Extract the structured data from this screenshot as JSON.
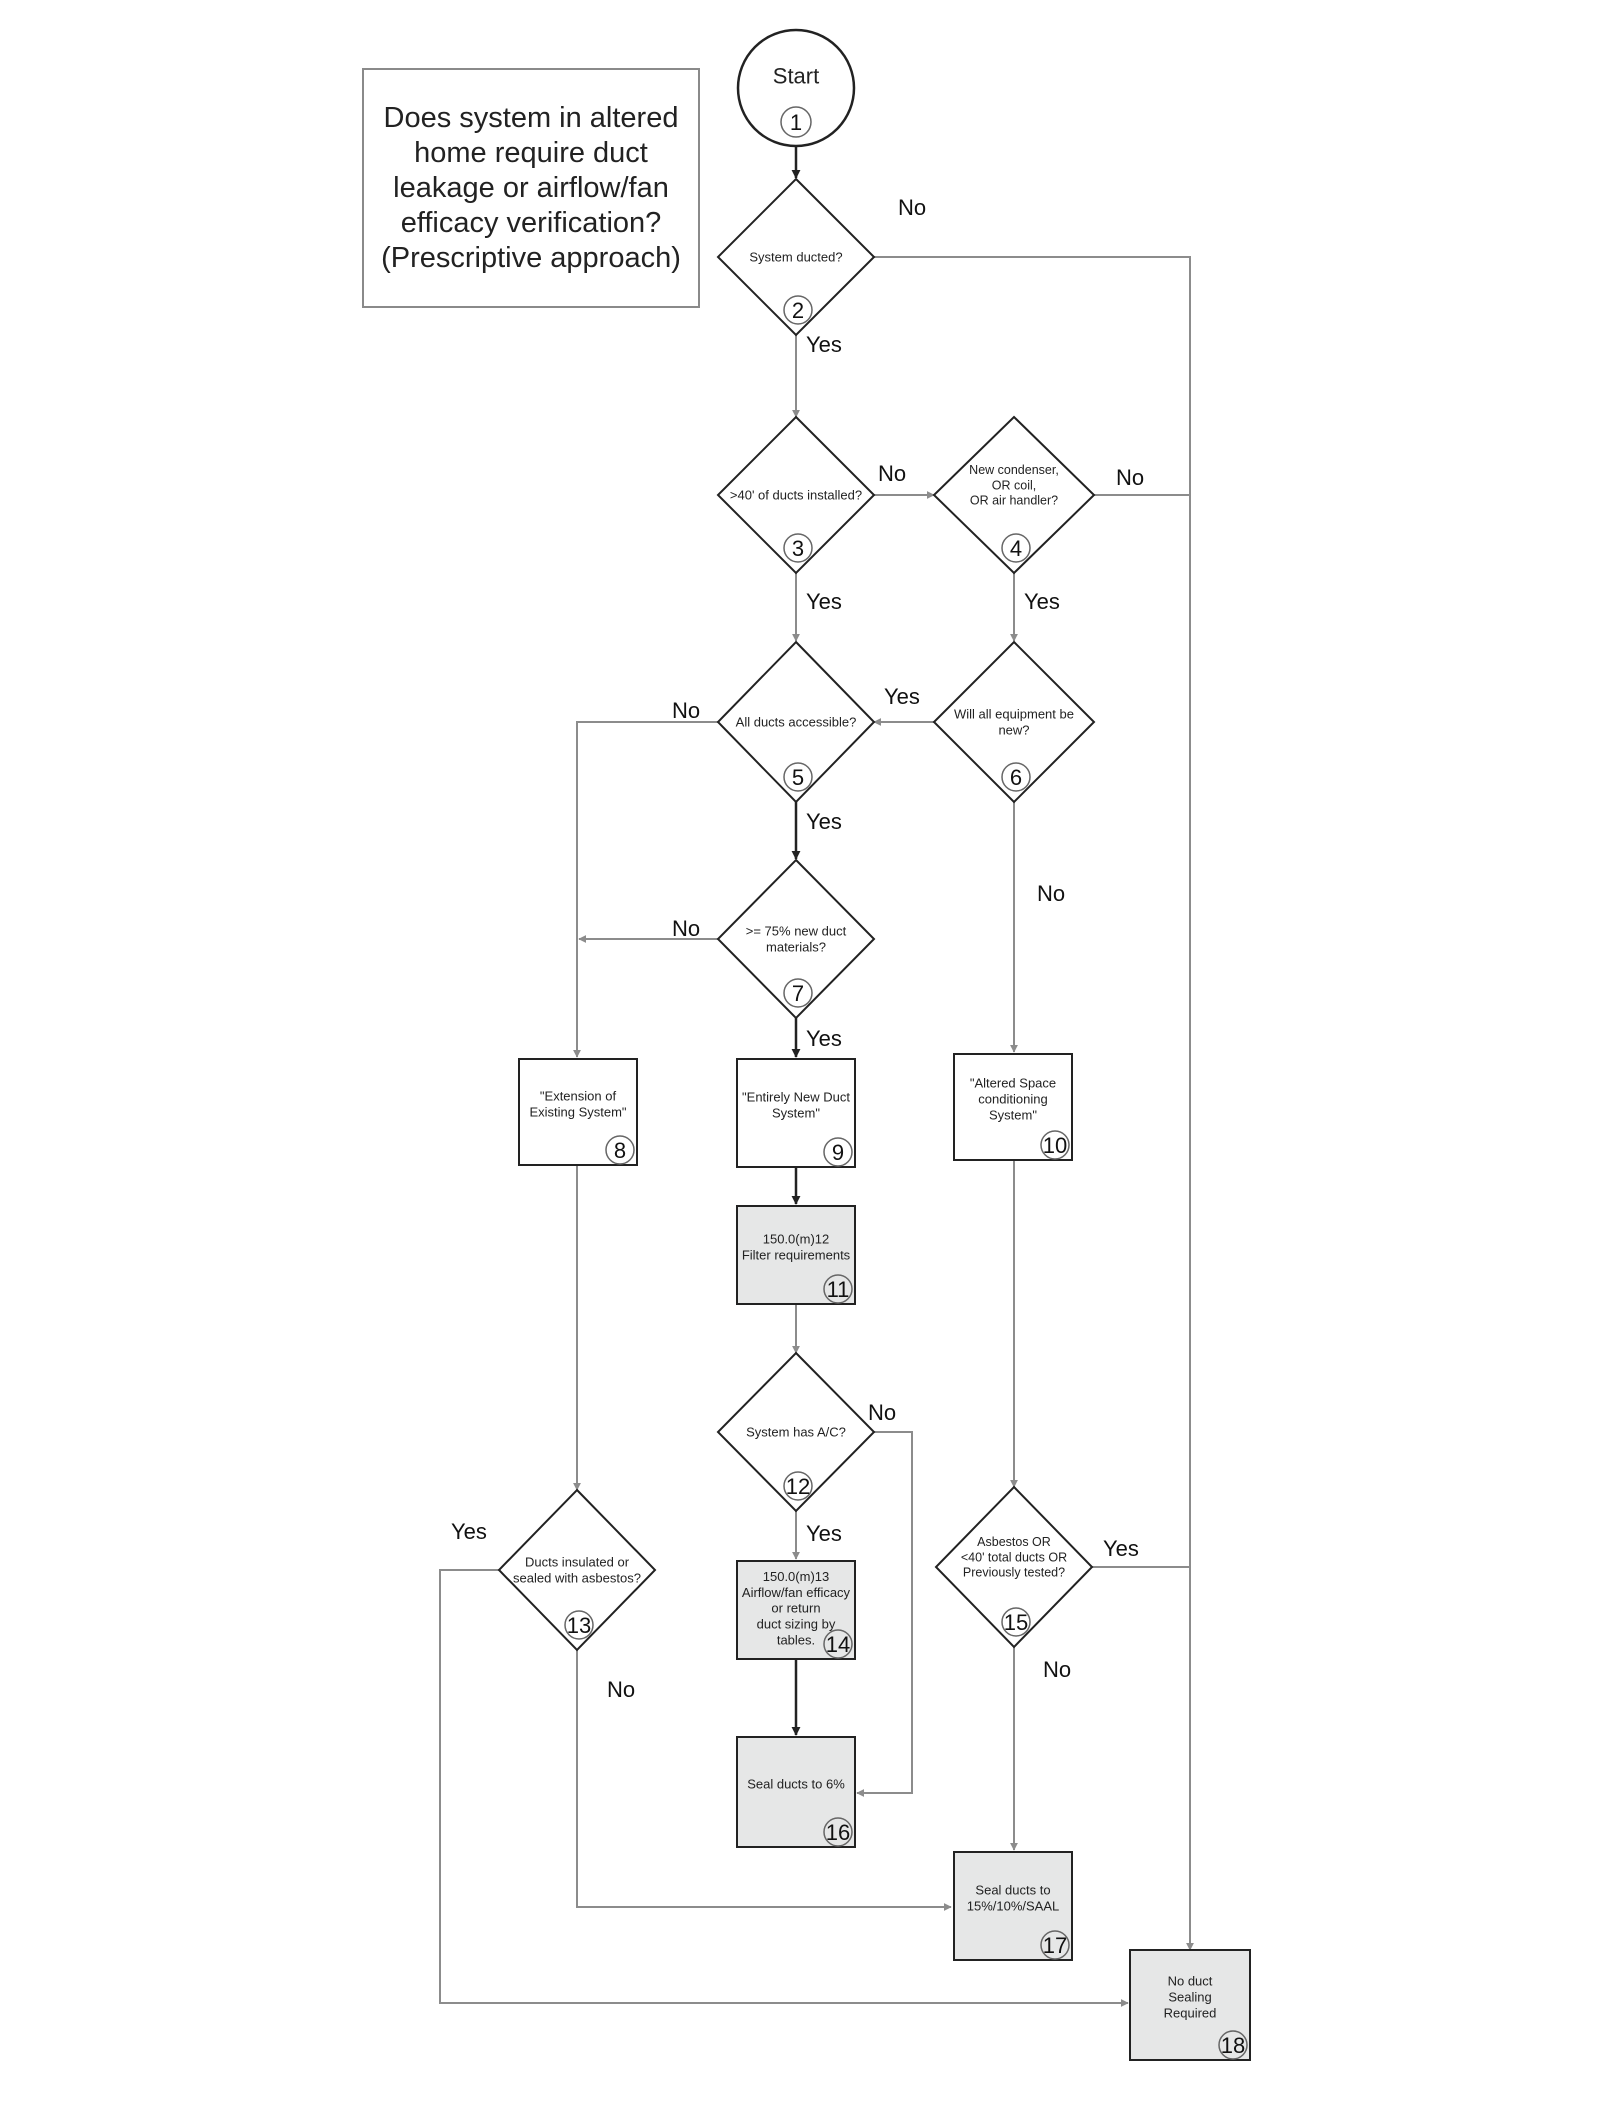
{
  "title": "Does system in altered home require duct leakage or airflow/fan efficacy verification? (Prescriptive approach)",
  "nodes": [
    {
      "id": "n1",
      "type": "circle",
      "num": "1",
      "lines": [
        "Start"
      ]
    },
    {
      "id": "n2",
      "type": "diamond",
      "num": "2",
      "lines": [
        "System ducted?"
      ]
    },
    {
      "id": "n3",
      "type": "diamond",
      "num": "3",
      "lines": [
        ">40' of ducts installed?"
      ]
    },
    {
      "id": "n4",
      "type": "diamond",
      "num": "4",
      "lines": [
        "New condenser,",
        "OR coil,",
        "OR air handler?"
      ]
    },
    {
      "id": "n5",
      "type": "diamond",
      "num": "5",
      "lines": [
        "All ducts accessible?"
      ]
    },
    {
      "id": "n6",
      "type": "diamond",
      "num": "6",
      "lines": [
        "Will all equipment be",
        "new?"
      ]
    },
    {
      "id": "n7",
      "type": "diamond",
      "num": "7",
      "lines": [
        ">= 75% new duct",
        "materials?"
      ]
    },
    {
      "id": "n8",
      "type": "box",
      "num": "8",
      "lines": [
        "\"Extension of",
        "Existing System\""
      ]
    },
    {
      "id": "n9",
      "type": "box",
      "num": "9",
      "lines": [
        "\"Entirely New Duct",
        "System\""
      ]
    },
    {
      "id": "n10",
      "type": "box",
      "num": "10",
      "lines": [
        "\"Altered Space",
        "conditioning",
        "System\""
      ]
    },
    {
      "id": "n11",
      "type": "box",
      "shaded": true,
      "num": "11",
      "lines": [
        "150.0(m)12",
        "Filter requirements"
      ]
    },
    {
      "id": "n12",
      "type": "diamond",
      "num": "12",
      "lines": [
        "System has A/C?"
      ]
    },
    {
      "id": "n13",
      "type": "diamond",
      "num": "13",
      "lines": [
        "Ducts insulated or",
        "sealed with asbestos?"
      ]
    },
    {
      "id": "n14",
      "type": "box",
      "shaded": true,
      "num": "14",
      "lines": [
        "150.0(m)13",
        "Airflow/fan efficacy",
        "or return",
        "duct sizing by",
        "tables."
      ]
    },
    {
      "id": "n15",
      "type": "diamond",
      "num": "15",
      "lines": [
        "Asbestos OR",
        "<40' total ducts OR",
        "Previously tested?"
      ]
    },
    {
      "id": "n16",
      "type": "box",
      "shaded": true,
      "num": "16",
      "lines": [
        "Seal ducts to 6%"
      ]
    },
    {
      "id": "n17",
      "type": "box",
      "shaded": true,
      "num": "17",
      "lines": [
        "Seal ducts to",
        "15%/10%/SAAL"
      ]
    },
    {
      "id": "n18",
      "type": "box",
      "shaded": true,
      "num": "18",
      "lines": [
        "No duct",
        "Sealing",
        "Required"
      ]
    }
  ],
  "edge_labels": [
    {
      "id": "e2-no",
      "text": "No"
    },
    {
      "id": "e2-yes",
      "text": "Yes"
    },
    {
      "id": "e3-no",
      "text": "No"
    },
    {
      "id": "e3-yes",
      "text": "Yes"
    },
    {
      "id": "e4-no",
      "text": "No"
    },
    {
      "id": "e4-yes",
      "text": "Yes"
    },
    {
      "id": "e5-no",
      "text": "No"
    },
    {
      "id": "e5-yes",
      "text": "Yes"
    },
    {
      "id": "e6-yes",
      "text": "Yes"
    },
    {
      "id": "e6-no",
      "text": "No"
    },
    {
      "id": "e7-no",
      "text": "No"
    },
    {
      "id": "e7-yes",
      "text": "Yes"
    },
    {
      "id": "e12-no",
      "text": "No"
    },
    {
      "id": "e12-yes",
      "text": "Yes"
    },
    {
      "id": "e13-yes",
      "text": "Yes"
    },
    {
      "id": "e13-no",
      "text": "No"
    },
    {
      "id": "e15-yes",
      "text": "Yes"
    },
    {
      "id": "e15-no",
      "text": "No"
    }
  ],
  "colors": {
    "line_gray": "#8c8c8c",
    "line_dark": "#222222",
    "box_fill": "#ffffff",
    "shaded_fill": "#e6e7e7"
  }
}
